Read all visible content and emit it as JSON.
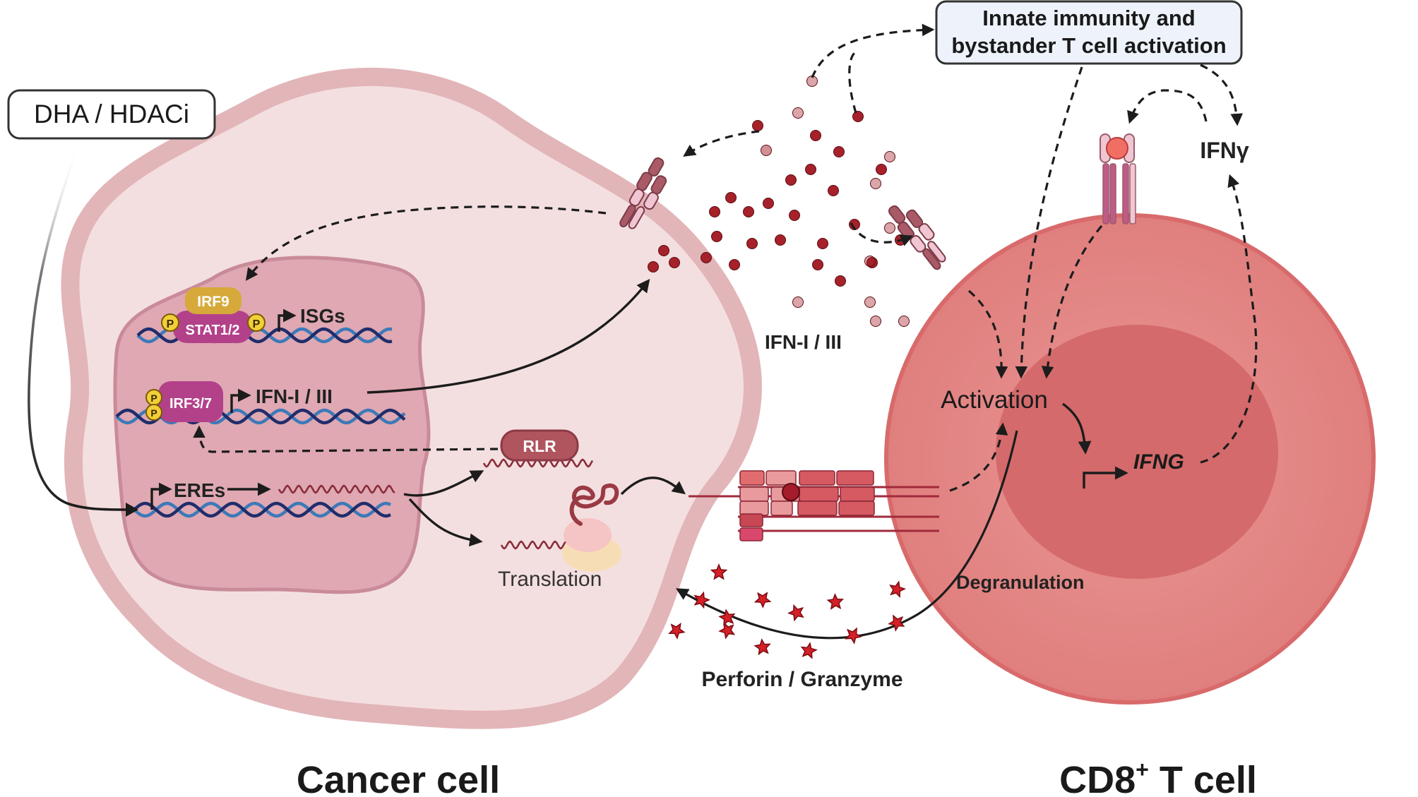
{
  "labels": {
    "drug": "DHA / HDACi",
    "innate_box_line1": "Innate immunity and",
    "innate_box_line2": "bystander T cell activation",
    "ifng_cytokine": "IFNγ",
    "irf9": "IRF9",
    "stat": "STAT1/2",
    "phospho": "P",
    "isgs": "ISGs",
    "irf37": "IRF3/7",
    "ifn_gene": "IFN-I / III",
    "ifn_secreted": "IFN-I / III",
    "rlr": "RLR",
    "eres": "EREs",
    "translation": "Translation",
    "activation": "Activation",
    "ifng_gene": "IFNG",
    "degranulation": "Degranulation",
    "perforin": "Perforin / Granzyme",
    "cancer_cell": "Cancer cell",
    "tcell_main": "CD8",
    "tcell_sup": "+",
    "tcell_rest": " T cell"
  },
  "colors": {
    "cancer_cell_fill": "#f4dfe0",
    "cancer_cell_border": "#e2b5b9",
    "nucleus_fill": "#dfa8b2",
    "tcell_outer": "#e58c8b",
    "tcell_border": "#d86a6b",
    "tcell_nucleus": "#d46a6b",
    "dna_dark": "#1f2d6b",
    "dna_light": "#3c79b8",
    "irf9": "#d6a93a",
    "stat": "#b3418a",
    "phospho": "#f2cf38",
    "ifn_particle": "#a6212a",
    "perforin_star": "#d42028",
    "box_fill": "#eef3fb"
  }
}
